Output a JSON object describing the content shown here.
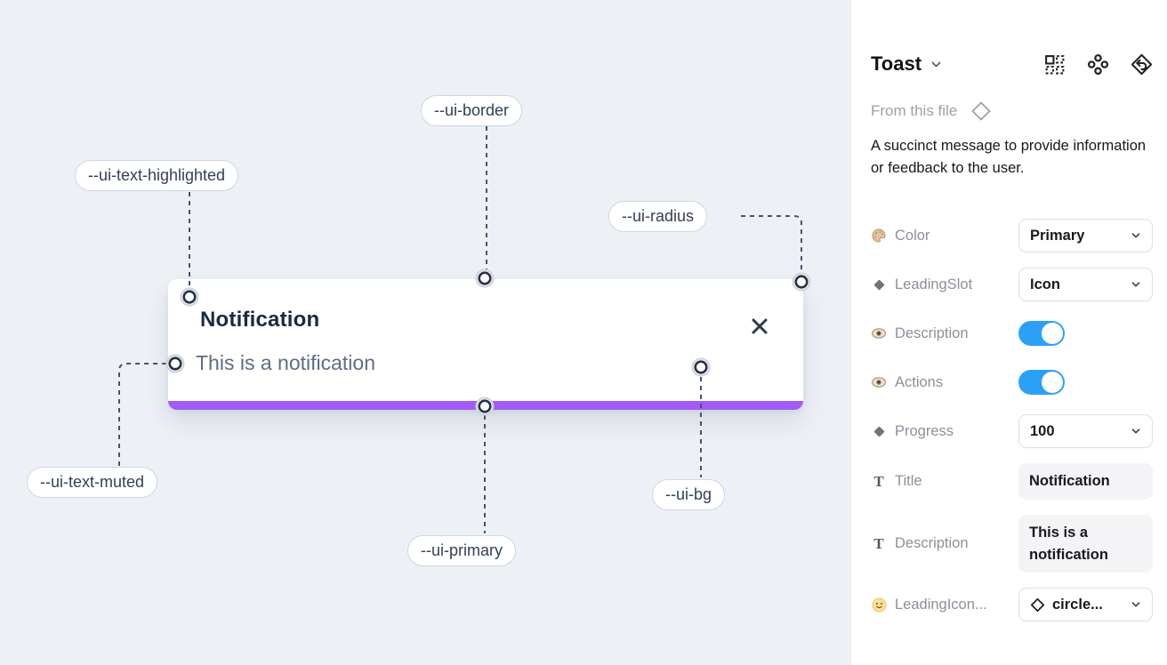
{
  "canvas": {
    "toast": {
      "title": "Notification",
      "description": "This is a notification"
    },
    "labels": {
      "border": "--ui-border",
      "text_highlighted": "--ui-text-highlighted",
      "radius": "--ui-radius",
      "text_muted": "--ui-text-muted",
      "primary": "--ui-primary",
      "bg": "--ui-bg"
    },
    "colors": {
      "canvas_bg": "#edf1f6",
      "progress_bar": "#a35bf5",
      "connector_line": "#46536b"
    }
  },
  "panel": {
    "title": "Toast",
    "source_label": "From this file",
    "description": "A succinct message to provide information or feedback to the user.",
    "props": {
      "color": {
        "label": "Color",
        "value": "Primary"
      },
      "leading_slot": {
        "label": "LeadingSlot",
        "value": "Icon"
      },
      "description_toggle": {
        "label": "Description",
        "state": "on"
      },
      "actions_toggle": {
        "label": "Actions",
        "state": "on"
      },
      "progress": {
        "label": "Progress",
        "value": "100"
      },
      "title_field": {
        "label": "Title",
        "value": "Notification"
      },
      "description_field": {
        "label": "Description",
        "value": "This is a notification"
      },
      "leading_icon": {
        "label": "LeadingIcon...",
        "value": "circle..."
      }
    },
    "colors": {
      "toggle_on": "#2aa1f6"
    }
  }
}
